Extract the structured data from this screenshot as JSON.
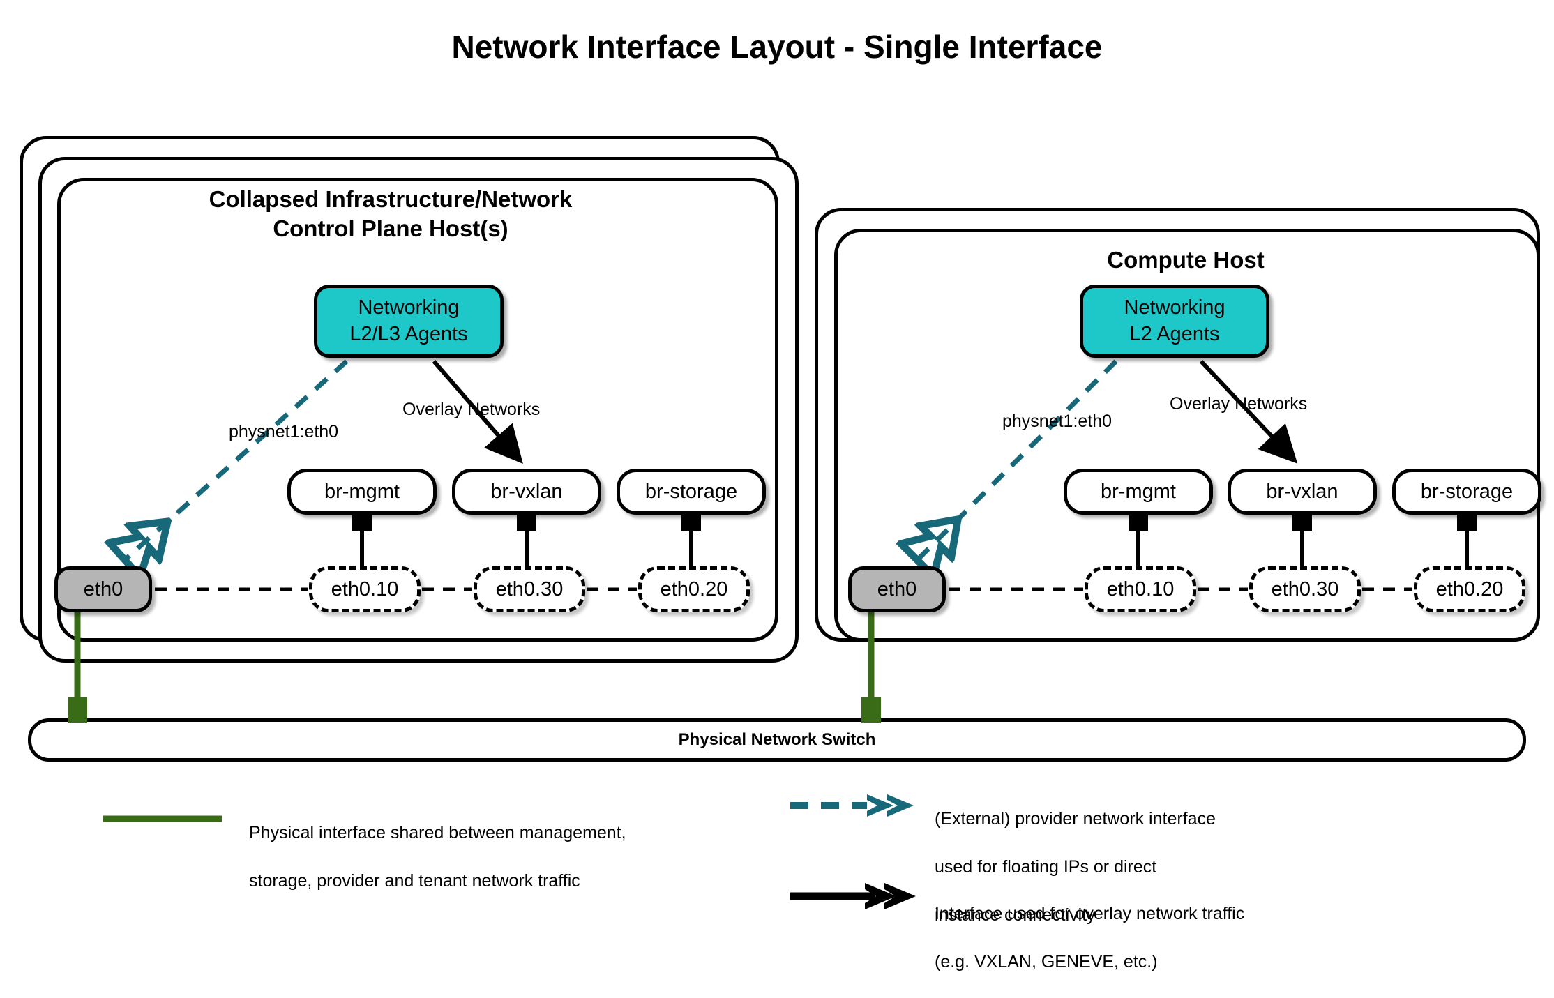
{
  "title": "Network Interface Layout - Single Interface",
  "colors": {
    "agent_fill": "#1fc8c8",
    "eth_fill": "#b5b5b5",
    "provider_teal": "#17697a",
    "physical_green": "#3a6b16",
    "stroke": "#000000"
  },
  "hosts": [
    {
      "id": "control-plane",
      "title": "Collapsed Infrastructure/Network\nControl Plane Host(s)",
      "title_line1": "Collapsed Infrastructure/Network",
      "title_line2": "Control Plane Host(s)",
      "stack_layers": 3,
      "agent": {
        "line1": "Networking",
        "line2": "L2/L3 Agents"
      },
      "provider_label": "physnet1:eth0",
      "overlay_label": "Overlay Networks",
      "physical_nic": "eth0",
      "bridges": [
        {
          "bridge": "br-mgmt",
          "vlan": "eth0.10"
        },
        {
          "bridge": "br-vxlan",
          "vlan": "eth0.30"
        },
        {
          "bridge": "br-storage",
          "vlan": "eth0.20"
        }
      ]
    },
    {
      "id": "compute",
      "title": "Compute Host",
      "title_line1": "Compute Host",
      "title_line2": "",
      "stack_layers": 2,
      "agent": {
        "line1": "Networking",
        "line2": "L2 Agents"
      },
      "provider_label": "physnet1:eth0",
      "overlay_label": "Overlay Networks",
      "physical_nic": "eth0",
      "bridges": [
        {
          "bridge": "br-mgmt",
          "vlan": "eth0.10"
        },
        {
          "bridge": "br-vxlan",
          "vlan": "eth0.30"
        },
        {
          "bridge": "br-storage",
          "vlan": "eth0.20"
        }
      ]
    }
  ],
  "switch": {
    "label": "Physical Network Switch"
  },
  "legend": [
    {
      "id": "physical",
      "style": "solid-green-line",
      "line1": "Physical interface shared between management,",
      "line2": "storage, provider and tenant network traffic",
      "line3": ""
    },
    {
      "id": "provider",
      "style": "dashed-teal-double-arrow",
      "line1": "(External) provider network interface",
      "line2": "used for floating IPs or direct",
      "line3": "instance connectivity"
    },
    {
      "id": "overlay",
      "style": "solid-black-arrow",
      "line1": "Interface used for overlay network traffic",
      "line2": "(e.g. VXLAN, GENEVE, etc.)",
      "line3": ""
    }
  ]
}
